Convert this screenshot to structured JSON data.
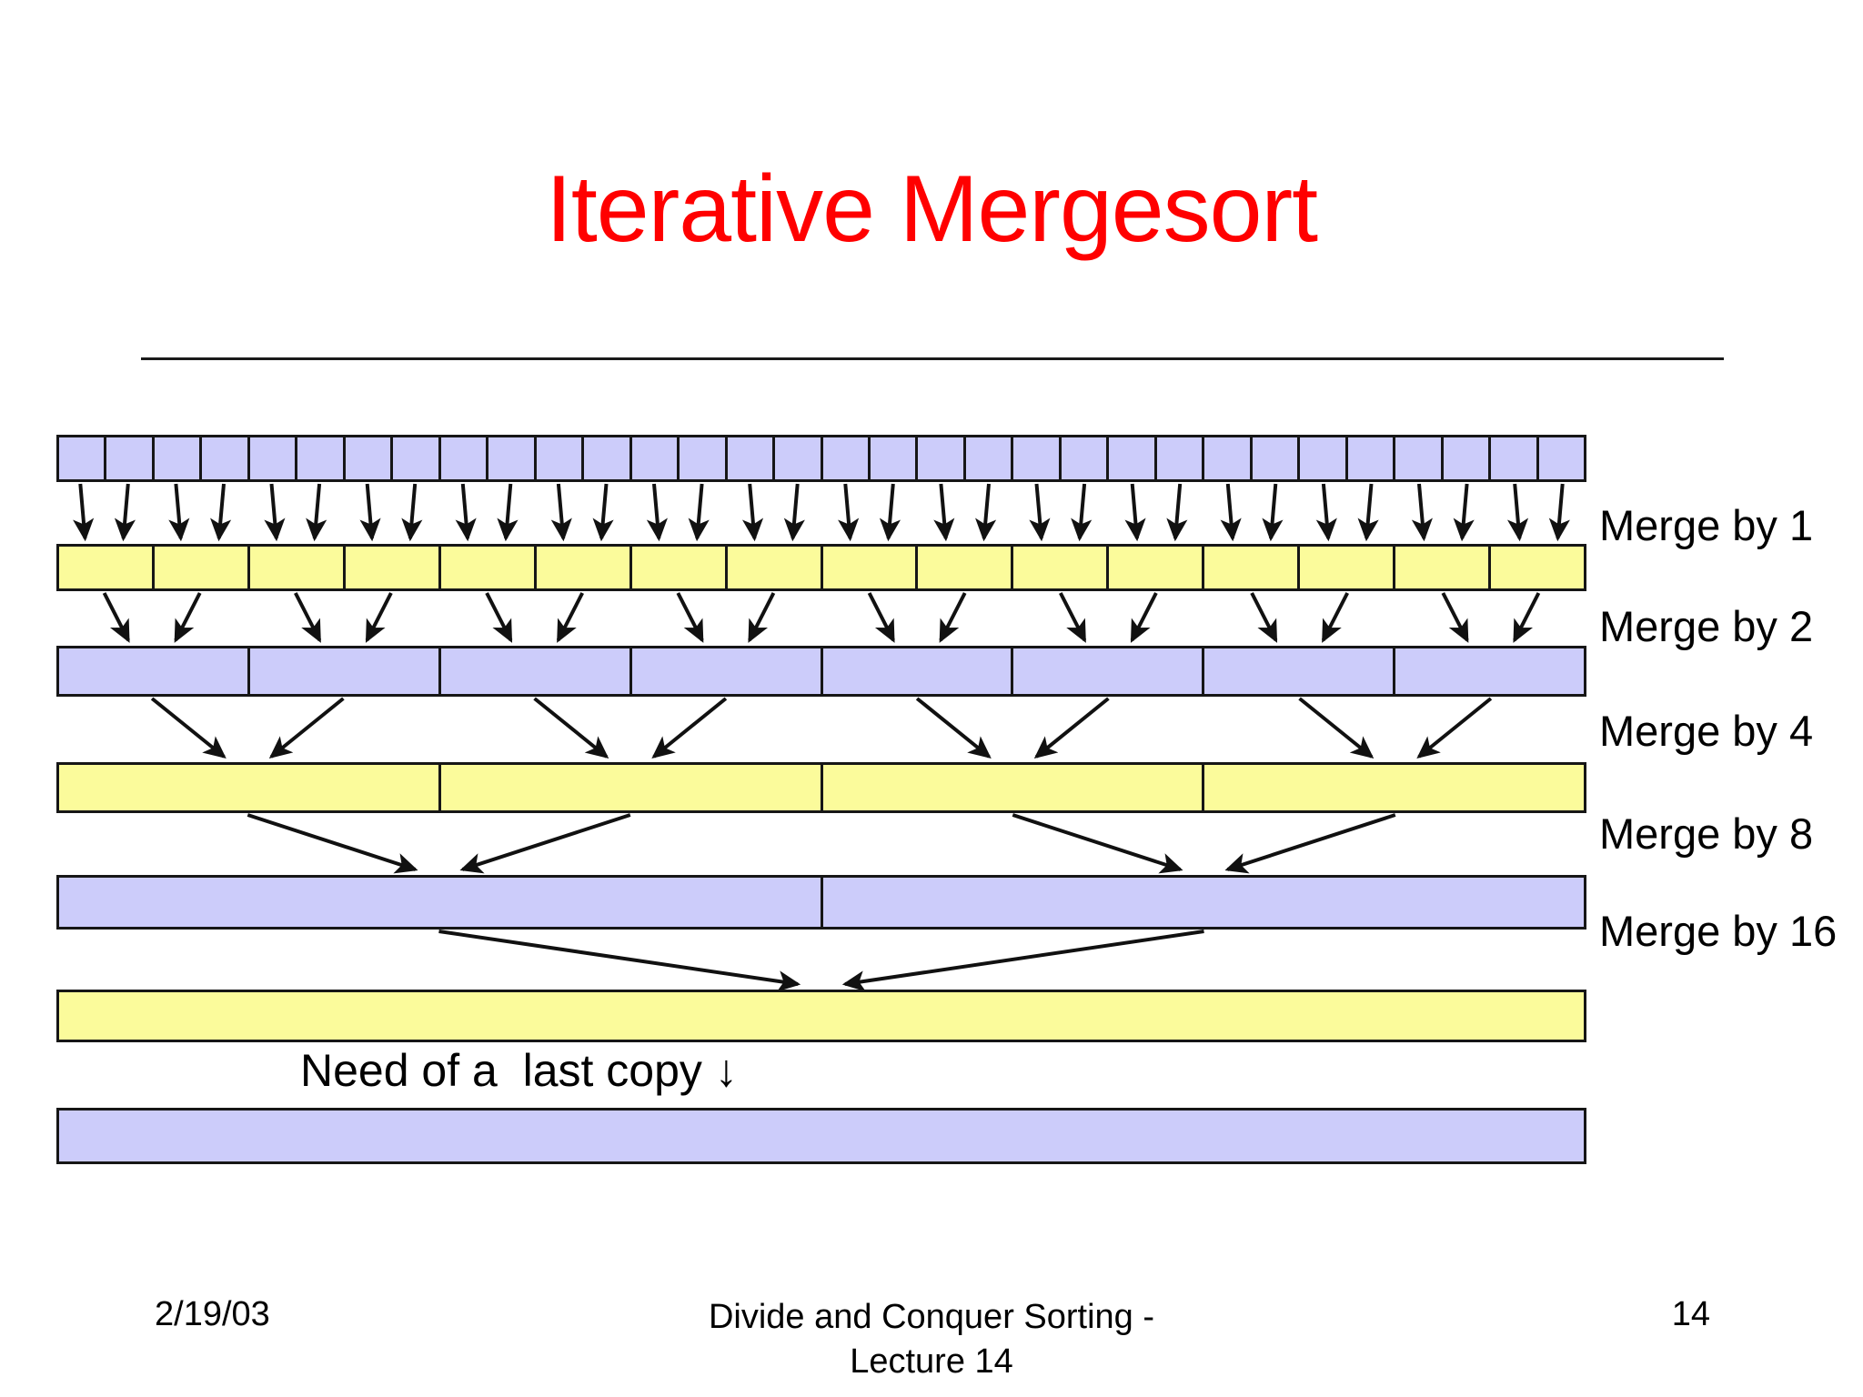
{
  "slide": {
    "title": "Iterative Mergesort",
    "title_color": "#ff0000",
    "background": "#ffffff"
  },
  "colors": {
    "lavender": "#ccccfa",
    "yellow": "#fbfb9b",
    "outline": "#161616",
    "text": "#000000",
    "title": "#ff0000"
  },
  "diagram": {
    "description": "Iterative bottom-up mergesort, 32-element array merged in passes of 1, 2, 4, 8, 16, plus a final copy",
    "rows": [
      {
        "id": "row0",
        "fill": "lavender",
        "cells": 32,
        "run_length": 1
      },
      {
        "id": "row1",
        "fill": "yellow",
        "cells": 16,
        "run_length": 2
      },
      {
        "id": "row2",
        "fill": "lavender",
        "cells": 8,
        "run_length": 4
      },
      {
        "id": "row3",
        "fill": "yellow",
        "cells": 4,
        "run_length": 8
      },
      {
        "id": "row4",
        "fill": "lavender",
        "cells": 2,
        "run_length": 16
      },
      {
        "id": "row5",
        "fill": "yellow",
        "cells": 1,
        "run_length": 32
      },
      {
        "id": "row6",
        "fill": "lavender",
        "cells": 1,
        "run_length": 32
      }
    ],
    "arrow_groups": [
      {
        "id": "arrows0",
        "pairs": 16,
        "from_row": "row0",
        "to_row": "row1"
      },
      {
        "id": "arrows1",
        "pairs": 8,
        "from_row": "row1",
        "to_row": "row2"
      },
      {
        "id": "arrows2",
        "pairs": 4,
        "from_row": "row2",
        "to_row": "row3"
      },
      {
        "id": "arrows3",
        "pairs": 2,
        "from_row": "row3",
        "to_row": "row4"
      },
      {
        "id": "arrows4",
        "pairs": 1,
        "from_row": "row4",
        "to_row": "row5"
      }
    ],
    "merge_labels": [
      "Merge by 1",
      "Merge by 2",
      "Merge by 4",
      "Merge by 8",
      "Merge by 16"
    ],
    "last_copy_note": "Need of a  last copy ",
    "last_copy_arrow": "↓"
  },
  "footer": {
    "date": "2/19/03",
    "center_line1": "Divide and Conquer Sorting -",
    "center_line2": "Lecture 14",
    "page": "14"
  }
}
